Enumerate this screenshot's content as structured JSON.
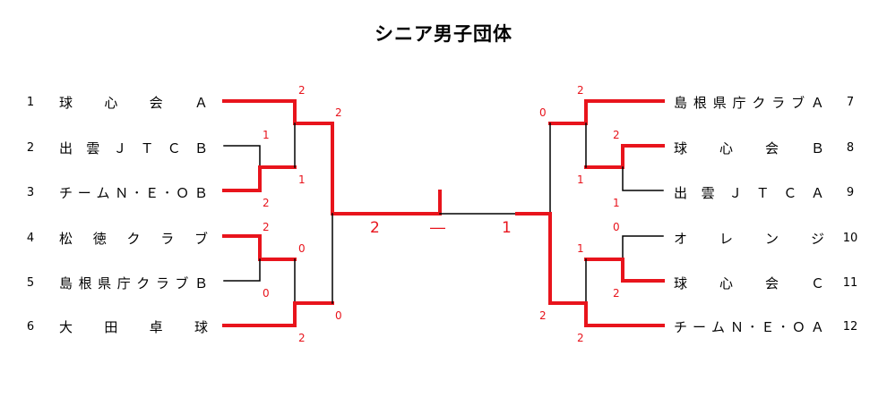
{
  "title": "シニア男子団体",
  "left_teams": [
    {
      "seed": "1",
      "name": "球心会Ａ"
    },
    {
      "seed": "2",
      "name": "出雲ＪＴＣＢ"
    },
    {
      "seed": "3",
      "name": "チームＮ･Ｅ･ＯＢ"
    },
    {
      "seed": "4",
      "name": "松徳クラブ"
    },
    {
      "seed": "5",
      "name": "島根県庁クラブＢ"
    },
    {
      "seed": "6",
      "name": "大田卓球"
    }
  ],
  "right_teams": [
    {
      "seed": "7",
      "name": "島根県庁クラブＡ"
    },
    {
      "seed": "8",
      "name": "球心会Ｂ"
    },
    {
      "seed": "9",
      "name": "出雲ＪＴＣＡ"
    },
    {
      "seed": "10",
      "name": "オレンジ"
    },
    {
      "seed": "11",
      "name": "球心会Ｃ"
    },
    {
      "seed": "12",
      "name": "チームＮ･Ｅ･ＯＡ"
    }
  ],
  "scores": {
    "L_r1a_top": "1",
    "L_r1a_bot": "2",
    "L_r1b_top": "2",
    "L_r1b_bot": "0",
    "L_sf1_top": "2",
    "L_sf1_bot": "1",
    "L_sf2_top": "0",
    "L_sf2_bot": "2",
    "L_semi_top": "2",
    "L_semi_bot": "0",
    "R_r1a_top": "2",
    "R_r1a_bot": "1",
    "R_r1b_top": "0",
    "R_r1b_bot": "2",
    "R_sf1_top": "2",
    "R_sf1_bot": "1",
    "R_sf2_top": "1",
    "R_sf2_bot": "2",
    "R_semi_top": "0",
    "R_semi_bot": "2"
  },
  "final": {
    "left": "2",
    "sep": "―",
    "right": "1"
  },
  "colors": {
    "winner": "#e8141c",
    "loser": "#000000"
  }
}
